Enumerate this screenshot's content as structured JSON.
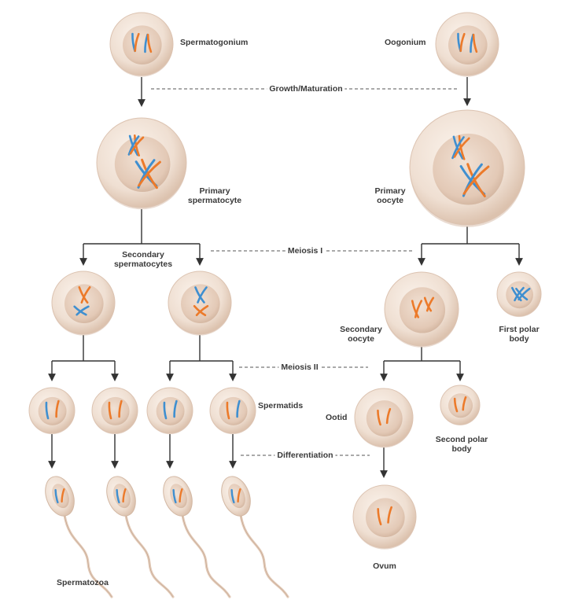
{
  "labels": {
    "spermatogonium": "Spermatogonium",
    "oogonium": "Oogonium",
    "growth_maturation": "Growth/Maturation",
    "primary_spermatocyte_1": "Primary",
    "primary_spermatocyte_2": "spermatocyte",
    "primary_oocyte_1": "Primary",
    "primary_oocyte_2": "oocyte",
    "meiosis_1": "Meiosis I",
    "secondary_spermatocytes_1": "Secondary",
    "secondary_spermatocytes_2": "spermatocytes",
    "secondary_oocyte_1": "Secondary",
    "secondary_oocyte_2": "oocyte",
    "first_polar_body_1": "First polar",
    "first_polar_body_2": "body",
    "meiosis_2": "Meiosis II",
    "spermatids": "Spermatids",
    "ootid": "Ootid",
    "second_polar_body_1": "Second polar",
    "second_polar_body_2": "body",
    "differentiation": "Differentiation",
    "ovum": "Ovum",
    "spermatozoa": "Spermatozoa"
  },
  "colors": {
    "text": "#3a3a3a",
    "arrow": "#333333",
    "cell_outer": "#ecd9cb",
    "cell_inner": "#e0c5b2",
    "chromosome_blue": "#3f8fd0",
    "chromosome_orange": "#ec7a2a"
  }
}
